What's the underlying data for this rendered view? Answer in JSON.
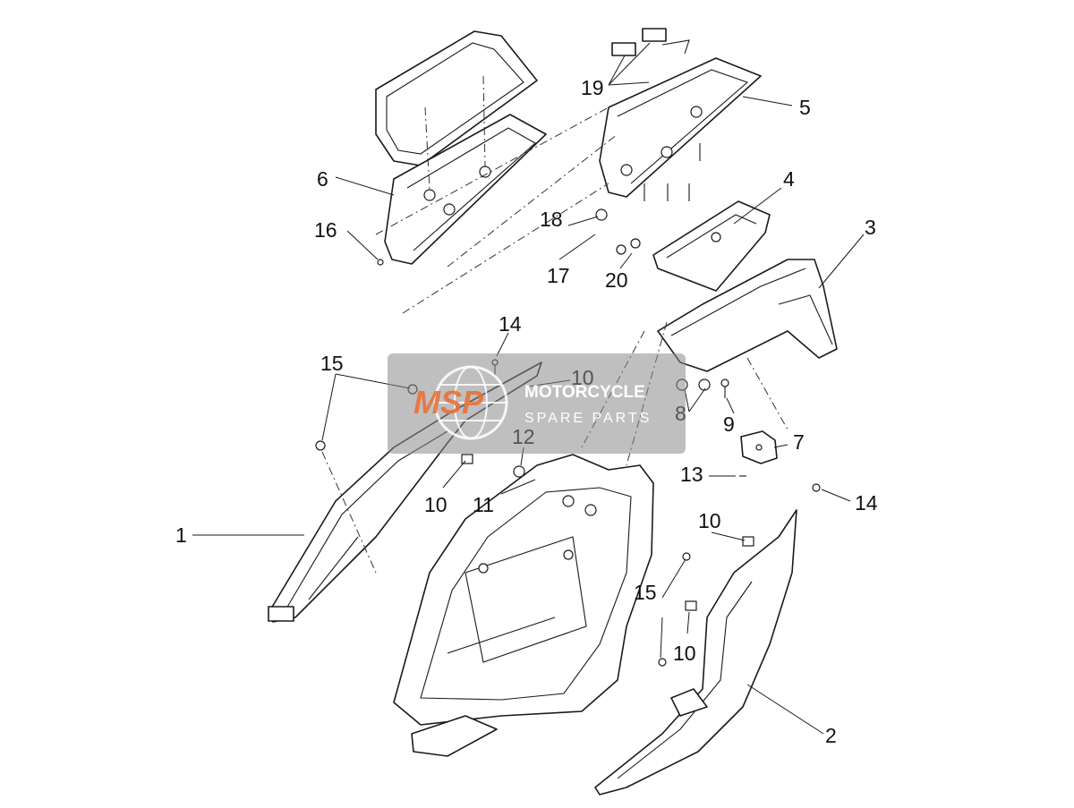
{
  "callouts": {
    "c1": "1",
    "c2": "2",
    "c3": "3",
    "c4": "4",
    "c5": "5",
    "c6": "6",
    "c7": "7",
    "c8": "8",
    "c9": "9",
    "c10a": "10",
    "c10b": "10",
    "c10c": "10",
    "c10d": "10",
    "c11": "11",
    "c12": "12",
    "c13": "13",
    "c14a": "14",
    "c14b": "14",
    "c15a": "15",
    "c15b": "15",
    "c16": "16",
    "c17": "17",
    "c18": "18",
    "c19": "19",
    "c20": "20"
  },
  "watermark": {
    "logo": "MSP",
    "title": "MOTORCYCLE",
    "subtitle": "SPARE PARTS",
    "box_color": "#8a8a8a",
    "accent_color": "#e8723a"
  }
}
